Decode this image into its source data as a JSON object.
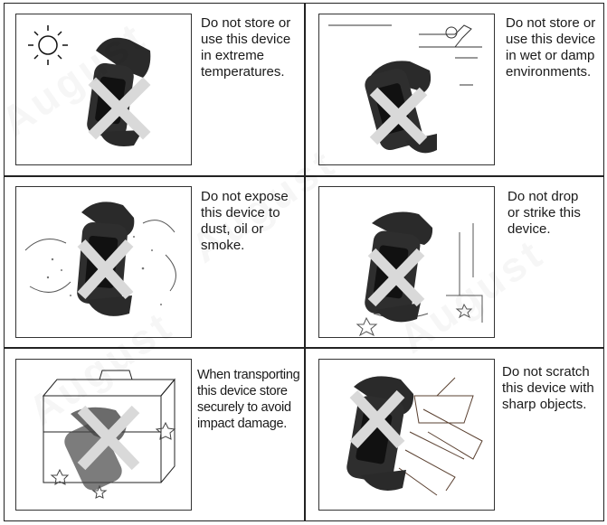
{
  "cells": [
    {
      "id": "extreme-temperatures",
      "caption": "Do not store or\nuse this device\nin extreme\ntemperatures."
    },
    {
      "id": "wet-environments",
      "caption": "Do not store or\nuse this device\nin wet or damp\nenvironments."
    },
    {
      "id": "dust-oil-smoke",
      "caption": "Do not expose\nthis device to\ndust, oil or\nsmoke."
    },
    {
      "id": "drop-strike",
      "caption": "Do not drop\nor strike this\ndevice."
    },
    {
      "id": "transport",
      "caption": "When transporting\nthis device store\nsecurely to avoid\nimpact damage."
    },
    {
      "id": "scratch",
      "caption": "Do not scratch\nthis device with\nsharp objects."
    }
  ],
  "watermark_text": "August",
  "icons": [
    "sun-icon",
    "water-tap-icon",
    "smoke-icon",
    "drop-icon",
    "suitcase-icon",
    "sharp-objects-icon",
    "prohibited-x-icon",
    "fitness-band-icon"
  ],
  "colors": {
    "border": "#222222",
    "cross": "#d9d9d9",
    "band": "#2a2a2a"
  }
}
